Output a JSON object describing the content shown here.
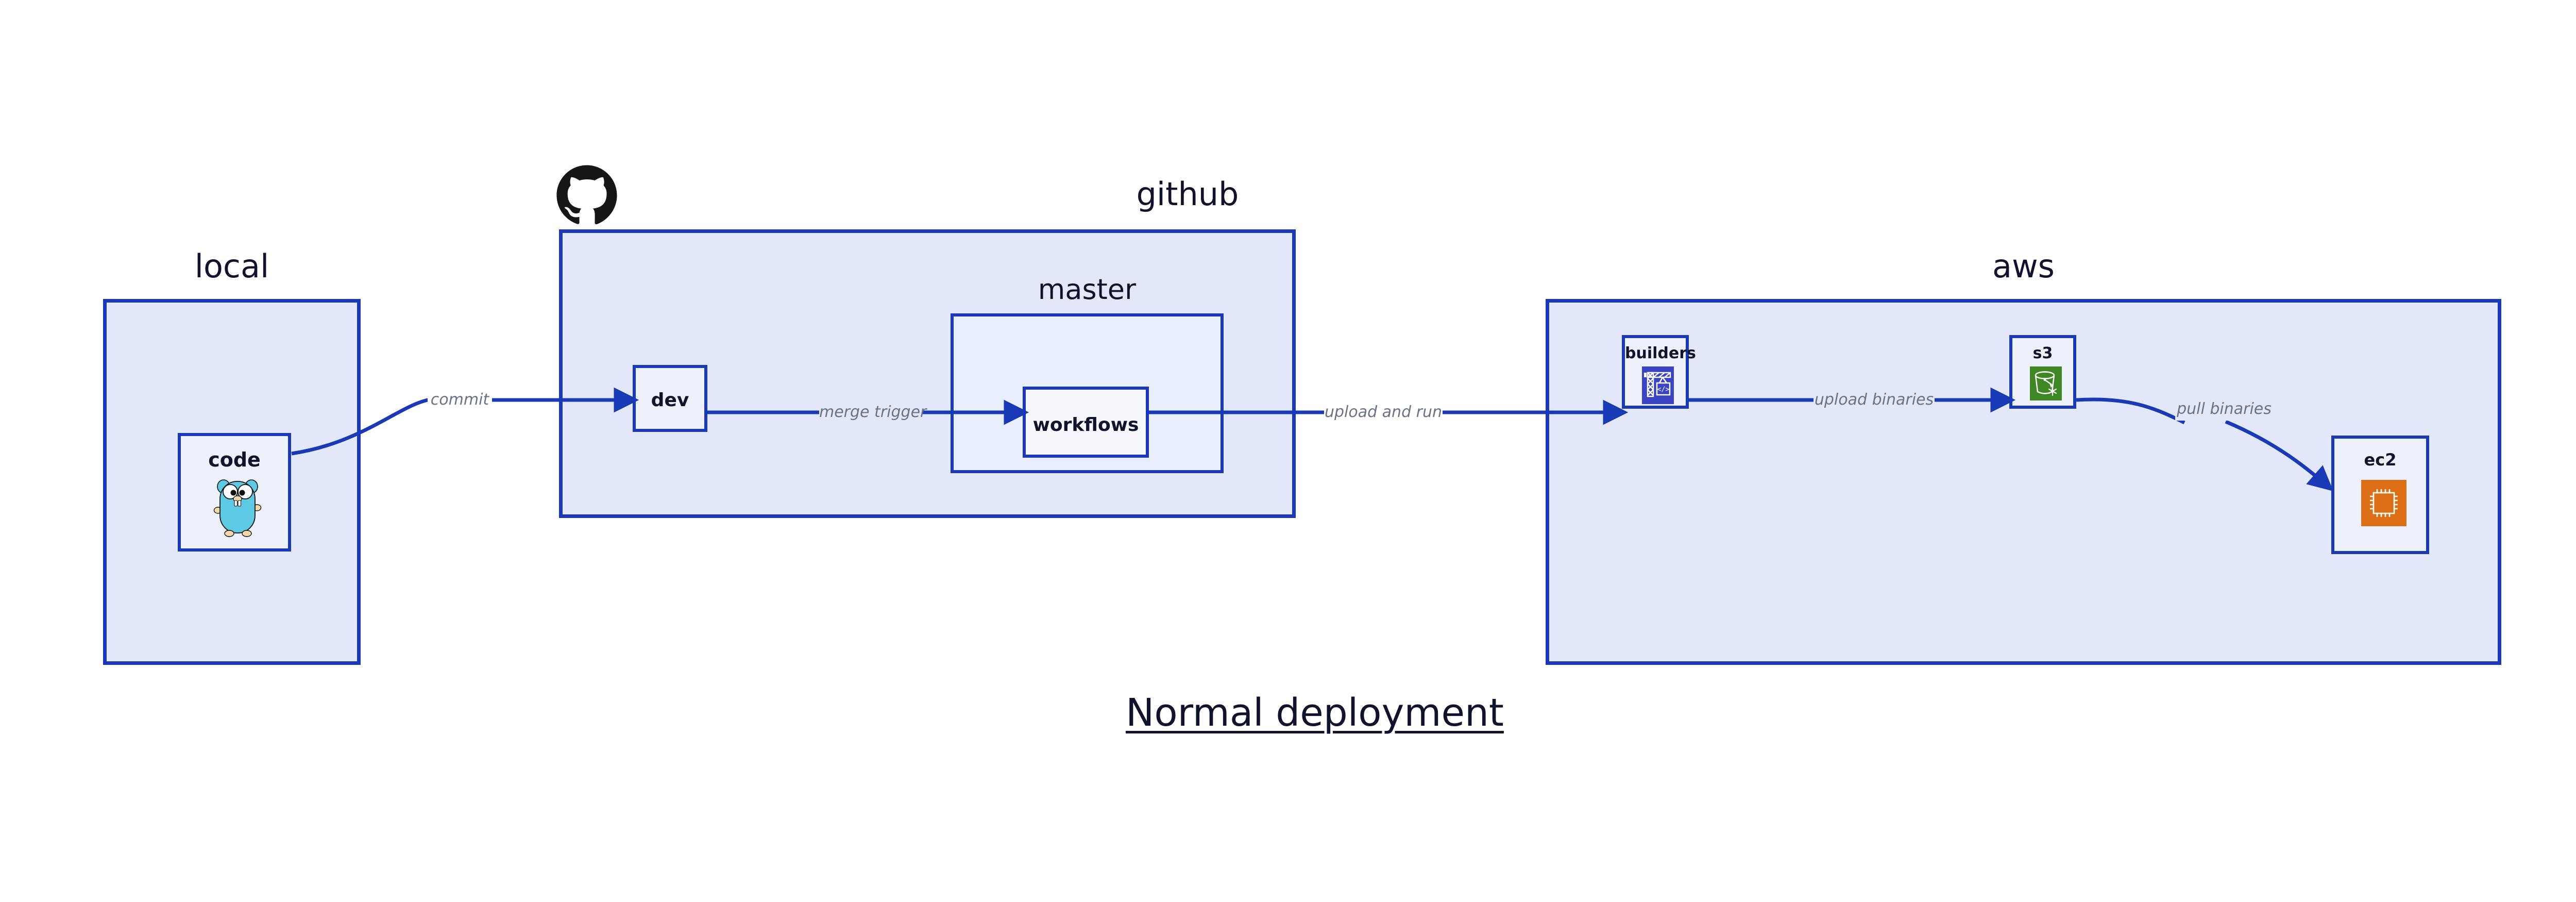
{
  "title": "Normal deployment",
  "colors": {
    "group_border": "#1939B7",
    "group_fill": "#E2E8FA",
    "nested_fill": "#E8EEFB",
    "node_fill": "#EDF1FB",
    "node_fill_plain": "#F6F8FD",
    "edge_stroke": "#1939B7",
    "edge_label": "#6A7286",
    "text": "#10132B",
    "gopher_cyan": "#5DC9E2",
    "github_black": "#161614",
    "builders_tile": "#3B45C4",
    "s3_tile": "#3F8624",
    "ec2_tile": "#DD7017",
    "background": "#ffffff"
  },
  "groups": [
    {
      "id": "local",
      "label": "local"
    },
    {
      "id": "github",
      "label": "github"
    },
    {
      "id": "master",
      "label": "master"
    },
    {
      "id": "aws",
      "label": "aws"
    }
  ],
  "nodes": [
    {
      "id": "code",
      "label": "code",
      "icon": "go-gopher-icon"
    },
    {
      "id": "dev",
      "label": "dev",
      "icon": null
    },
    {
      "id": "workflows",
      "label": "workflows",
      "icon": null
    },
    {
      "id": "builders",
      "label": "builders",
      "icon": "aws-builders-crane-icon"
    },
    {
      "id": "s3",
      "label": "s3",
      "icon": "aws-s3-bucket-icon"
    },
    {
      "id": "ec2",
      "label": "ec2",
      "icon": "aws-ec2-chip-icon"
    }
  ],
  "edges": [
    {
      "id": "commit",
      "from": "code",
      "to": "dev",
      "label": "commit"
    },
    {
      "id": "merge-trigger",
      "from": "dev",
      "to": "workflows",
      "label": "merge trigger"
    },
    {
      "id": "upload-and-run",
      "from": "workflows",
      "to": "builders",
      "label": "upload and run"
    },
    {
      "id": "upload-binaries",
      "from": "builders",
      "to": "s3",
      "label": "upload binaries"
    },
    {
      "id": "pull-binaries",
      "from": "s3",
      "to": "ec2",
      "label": "pull binaries"
    }
  ],
  "logos": [
    {
      "id": "github-logo",
      "name": "github-octocat-logo"
    }
  ]
}
